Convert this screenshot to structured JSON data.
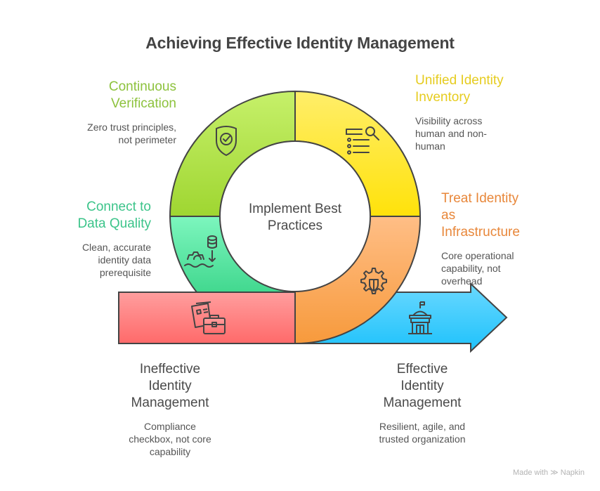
{
  "title": "Achieving Effective Identity Management",
  "hub": {
    "line1": "Implement Best",
    "line2": "Practices"
  },
  "segments": [
    {
      "id": "continuous-verification",
      "title_line1": "Continuous",
      "title_line2": "Verification",
      "desc_line1": "Zero trust principles,",
      "desc_line2": "not perimeter",
      "color": "#8dc23d",
      "icon": "shield-check-icon"
    },
    {
      "id": "unified-identity-inventory",
      "title_line1": "Unified Identity",
      "title_line2": "Inventory",
      "desc_line1": "Visibility across",
      "desc_line2": "human and non-",
      "desc_line3": "human",
      "color": "#e6cc1f",
      "icon": "list-search-icon"
    },
    {
      "id": "treat-identity-as-infrastructure",
      "title_line1": "Treat Identity",
      "title_line2": "as",
      "title_line3": "Infrastructure",
      "desc_line1": "Core operational",
      "desc_line2": "capability, not",
      "desc_line3": "overhead",
      "color": "#e8873a",
      "icon": "gear-shield-icon"
    },
    {
      "id": "connect-to-data-quality",
      "title_line1": "Connect to",
      "title_line2": "Data Quality",
      "desc_line1": "Clean, accurate",
      "desc_line2": "identity data",
      "desc_line3": "prerequisite",
      "color": "#3cc48a",
      "icon": "database-gear-icon"
    }
  ],
  "start": {
    "title_line1": "Ineffective",
    "title_line2": "Identity",
    "title_line3": "Management",
    "desc_line1": "Compliance",
    "desc_line2": "checkbox, not core",
    "desc_line3": "capability",
    "icon": "documents-briefcase-icon"
  },
  "end": {
    "title_line1": "Effective",
    "title_line2": "Identity",
    "title_line3": "Management",
    "desc_line1": "Resilient, agile, and",
    "desc_line2": "trusted organization",
    "icon": "government-building-icon"
  },
  "credit": {
    "prefix": "Made with",
    "brand": "Napkin"
  }
}
